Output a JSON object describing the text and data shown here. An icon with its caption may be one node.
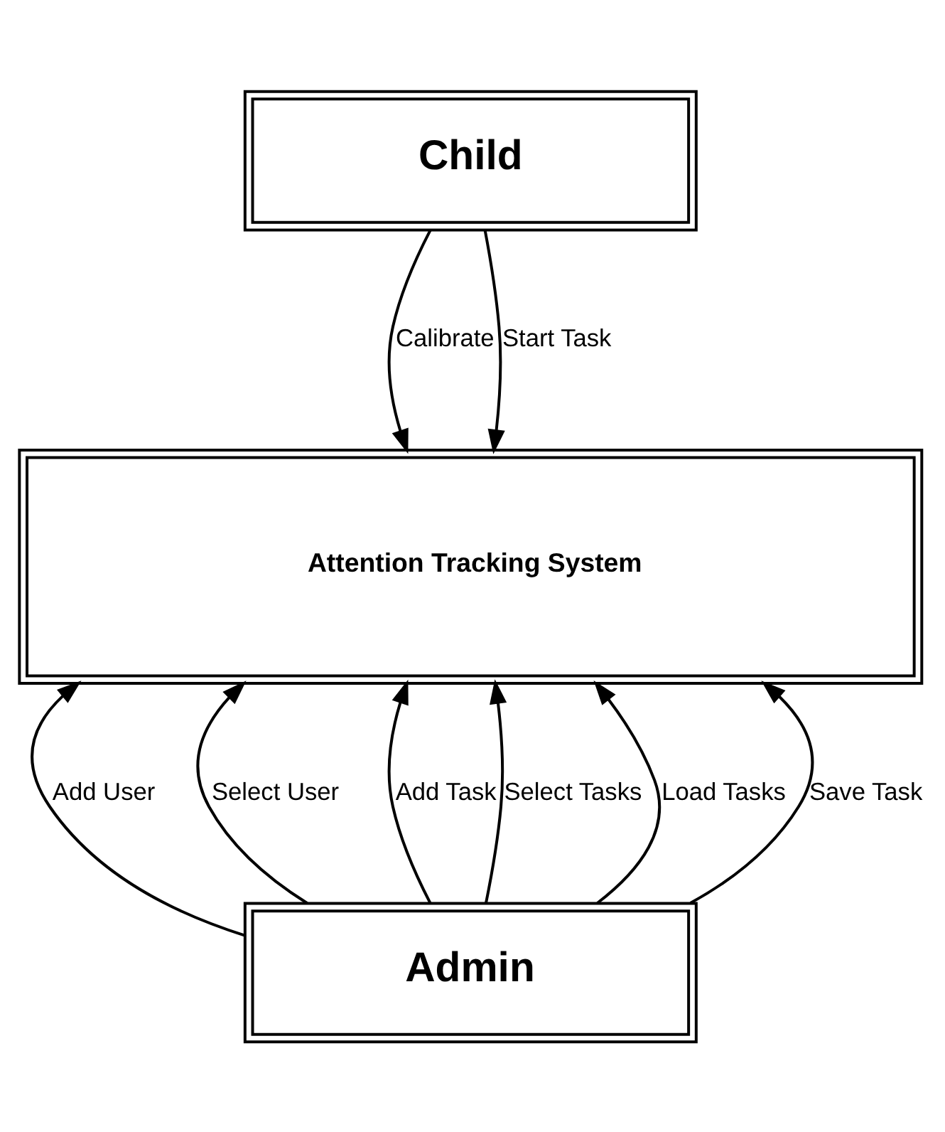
{
  "diagram": {
    "nodes": [
      {
        "text": [
          "Child"
        ]
      },
      {
        "text": [
          "Attention Tracking System"
        ]
      },
      {
        "text": [
          "Admin"
        ]
      }
    ],
    "edges": [
      {
        "from": 0,
        "to": 1,
        "arrow": "to",
        "label": "Calibrate"
      },
      {
        "from": 0,
        "to": 1,
        "arrow": "to",
        "label": "Start Task"
      },
      {
        "from": 2,
        "to": 1,
        "arrow": "to",
        "label": "Add User"
      },
      {
        "from": 2,
        "to": 1,
        "arrow": "to",
        "label": "Select User"
      },
      {
        "from": 2,
        "to": 1,
        "arrow": "to",
        "label": "Add Task"
      },
      {
        "from": 2,
        "to": 1,
        "arrow": "to",
        "label": "Select Tasks"
      },
      {
        "from": 2,
        "to": 1,
        "arrow": "to",
        "label": "Load Tasks"
      },
      {
        "from": 2,
        "to": 1,
        "arrow": "to",
        "label": "Save Task"
      }
    ]
  }
}
